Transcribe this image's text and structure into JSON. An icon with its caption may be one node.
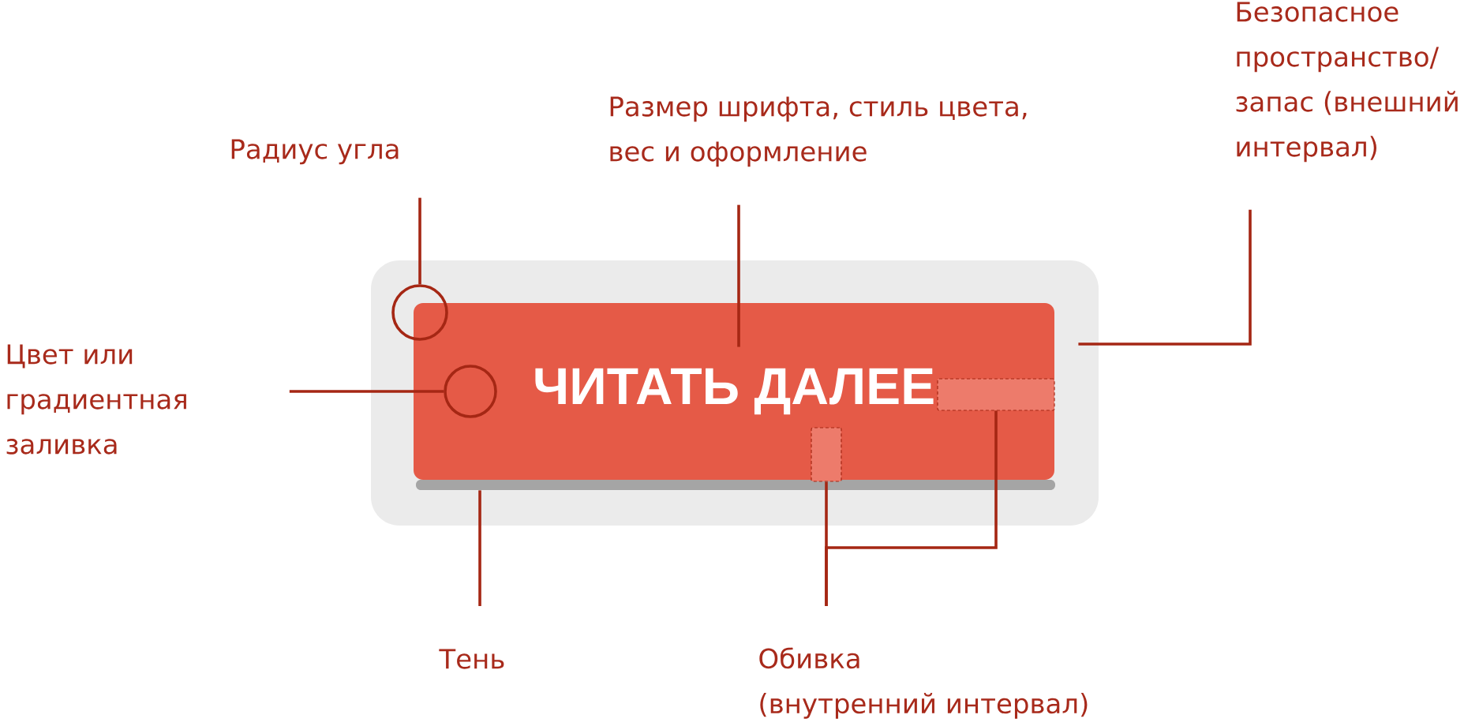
{
  "diagram": {
    "nodes": [
      {
        "text": [
          "Безопасное пространство/ запас (внешний интервал)"
        ]
      },
      {
        "text": [
          "Размер шрифта, стиль цвета, вес и оформление"
        ]
      },
      {
        "text": [
          "Радиус угла"
        ]
      },
      {
        "text": [
          "Цвет или градиентная заливка"
        ]
      },
      {
        "text": [],
        "shape": "box"
      },
      {
        "text": [],
        "shape": "circle",
        "in": 4
      },
      {
        "text": [
          "ЧИТАТЬ ДАЛЕЕ"
        ],
        "in": 4
      },
      {
        "text": [],
        "shape": "circle",
        "in": 6
      },
      {
        "text": [],
        "shape": "box",
        "in": 6
      },
      {
        "text": [],
        "shape": "box",
        "in": 6
      },
      {
        "text": [],
        "shape": "bar",
        "in": 4
      },
      {
        "text": [
          "Тень"
        ]
      },
      {
        "text": [
          "Обивка (внутренний интервал)"
        ]
      }
    ],
    "edges": [
      {
        "from": 2,
        "to": 5,
        "arrow": "none"
      },
      {
        "from": 1,
        "to": 6,
        "arrow": "none"
      },
      {
        "from": 0,
        "to": 4,
        "arrow": "none"
      },
      {
        "from": 3,
        "to": 7,
        "arrow": "none"
      },
      {
        "from": 11,
        "to": 10,
        "arrow": "none"
      },
      {
        "from": 12,
        "to": 9,
        "arrow": "none"
      },
      {
        "from": 12,
        "to": 8,
        "arrow": "none"
      }
    ]
  }
}
